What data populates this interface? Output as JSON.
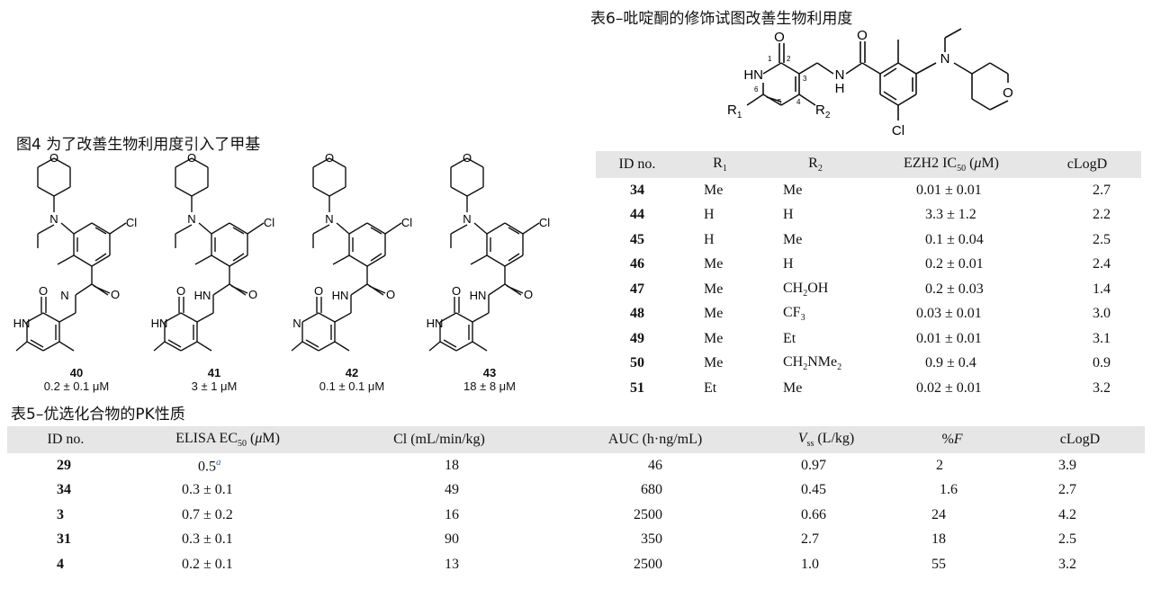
{
  "table6": {
    "caption": "表6–吡啶酮的修饰试图改善生物利用度",
    "scaffold_labels": {
      "o_top": "O",
      "o_amide": "O",
      "nh_ring": "HN",
      "nh_amide": "N",
      "h_amide": "H",
      "n_amine": "N",
      "o_pyran": "O",
      "cl": "Cl",
      "r1": "R",
      "r1_sub": "1",
      "r2": "R",
      "r2_sub": "2",
      "num1": "1",
      "num2": "2",
      "num3": "3",
      "num4": "4",
      "num5": "5",
      "num6": "6"
    },
    "headers": {
      "id": "ID no.",
      "r1": "R",
      "r1_sub": "1",
      "r2": "R",
      "r2_sub": "2",
      "ic50_pre": "EZH2 IC",
      "ic50_sub": "50",
      "ic50_post": " (",
      "ic50_mu": "μ",
      "ic50_unit": "M)",
      "clogd": "cLogD"
    },
    "rows": [
      {
        "id": "34",
        "r1": "Me",
        "r2": "Me",
        "ic50": "0.01 ± 0.01",
        "clogd": "2.7"
      },
      {
        "id": "44",
        "r1": "H",
        "r2": "H",
        "ic50": "3.3 ± 1.2",
        "clogd": "2.2"
      },
      {
        "id": "45",
        "r1": "H",
        "r2": "Me",
        "ic50": "0.1 ± 0.04",
        "clogd": "2.5"
      },
      {
        "id": "46",
        "r1": "Me",
        "r2": "H",
        "ic50": "0.2 ± 0.01",
        "clogd": "2.4"
      },
      {
        "id": "47",
        "r1": "Me",
        "r2_main": "CH",
        "r2_sub": "2",
        "r2_tail": "OH",
        "ic50": "0.2 ± 0.03",
        "clogd": "1.4"
      },
      {
        "id": "48",
        "r1": "Me",
        "r2_main": "CF",
        "r2_sub": "3",
        "r2_tail": "",
        "ic50": "0.03 ± 0.01",
        "clogd": "3.0"
      },
      {
        "id": "49",
        "r1": "Me",
        "r2": "Et",
        "ic50": "0.01 ± 0.01",
        "clogd": "3.1"
      },
      {
        "id": "50",
        "r1": "Me",
        "r2_main": "CH",
        "r2_sub": "2",
        "r2_tail": "NMe",
        "r2_sub2": "2",
        "ic50": "0.9 ± 0.4",
        "clogd": "0.9"
      },
      {
        "id": "51",
        "r1": "Et",
        "r2": "Me",
        "ic50": "0.02 ± 0.01",
        "clogd": "3.2"
      }
    ]
  },
  "figure4": {
    "caption": "图4 为了改善生物利用度引入了甲基",
    "atom_labels": {
      "o": "O",
      "n": "N",
      "cl": "Cl",
      "hn": "HN",
      "o_amide": "O"
    },
    "compounds": [
      {
        "id": "40",
        "activity": "0.2 ± 0.1 μM",
        "amide": "N"
      },
      {
        "id": "41",
        "activity": "3 ± 1 μM",
        "amide": "HN"
      },
      {
        "id": "42",
        "activity": "0.1 ± 0.1 μM",
        "amide": "HN"
      },
      {
        "id": "43",
        "activity": "18 ± 8 μM",
        "amide": "HN"
      }
    ]
  },
  "table5": {
    "caption": "表5–优选化合物的PK性质",
    "headers": {
      "id": "ID no.",
      "ec50_pre": "ELISA EC",
      "ec50_sub": "50",
      "ec50_post": " (",
      "ec50_mu": "μ",
      "ec50_unit": "M)",
      "cl": "Cl (mL/min/kg)",
      "auc": "AUC (h·ng/mL)",
      "vss_v": "V",
      "vss_sub": "ss",
      "vss_unit": " (L/kg)",
      "f_pct": "%",
      "f_f": "F",
      "clogd": "cLogD"
    },
    "rows": [
      {
        "id": "29",
        "ec50": "0.5",
        "ec50_note": "a",
        "cl": "18",
        "auc": "46",
        "vss": "0.97",
        "f": "2",
        "clogd": "3.9"
      },
      {
        "id": "34",
        "ec50": "0.3 ± 0.1",
        "ec50_note": "",
        "cl": "49",
        "auc": "680",
        "vss": "0.45",
        "f": "1.6",
        "clogd": "2.7"
      },
      {
        "id": "3",
        "ec50": "0.7 ± 0.2",
        "ec50_note": "",
        "cl": "16",
        "auc": "2500",
        "vss": "0.66",
        "f": "24",
        "clogd": "4.2"
      },
      {
        "id": "31",
        "ec50": "0.3 ± 0.1",
        "ec50_note": "",
        "cl": "90",
        "auc": "350",
        "vss": "2.7",
        "f": "18",
        "clogd": "2.5"
      },
      {
        "id": "4",
        "ec50": "0.2 ± 0.1",
        "ec50_note": "",
        "cl": "13",
        "auc": "2500",
        "vss": "1.0",
        "f": "55",
        "clogd": "3.2"
      }
    ]
  },
  "colors": {
    "header_bg": "#e6e6e6",
    "footnote_link": "#3b63b8",
    "ink": "#111111"
  }
}
